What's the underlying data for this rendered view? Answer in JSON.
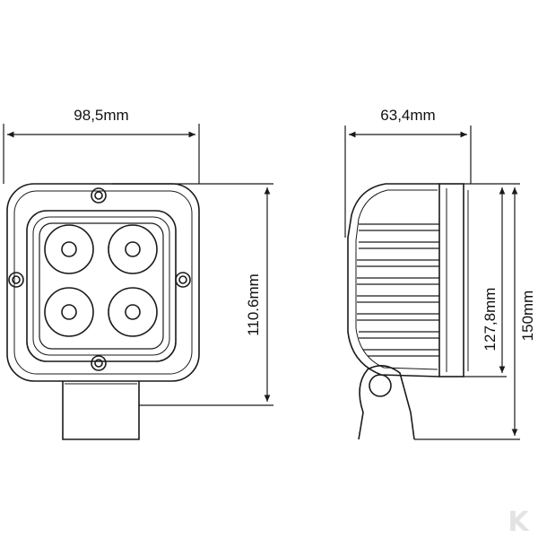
{
  "dimensions": {
    "front_width": "98,5mm",
    "front_height": "110.6mm",
    "side_depth": "63,4mm",
    "side_body_height": "127,8mm",
    "side_total_height": "150mm"
  },
  "watermark": "K",
  "colors": {
    "line": "#1a1a1a",
    "watermark": "#e3e3e3"
  }
}
